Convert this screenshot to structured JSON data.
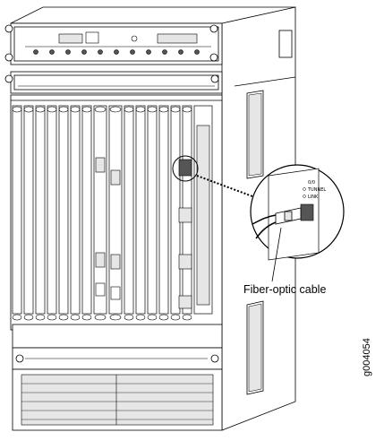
{
  "figure": {
    "callout_label": "Fiber-optic cable",
    "figure_id": "g004054"
  },
  "zoom_port_labels": {
    "heading": "0/0",
    "line1": "TUNNEL",
    "line2": "LINK"
  },
  "colors": {
    "line": "#000000",
    "fill": "#ffffff",
    "shade": "#e6e6e6",
    "dark": "#555555"
  }
}
